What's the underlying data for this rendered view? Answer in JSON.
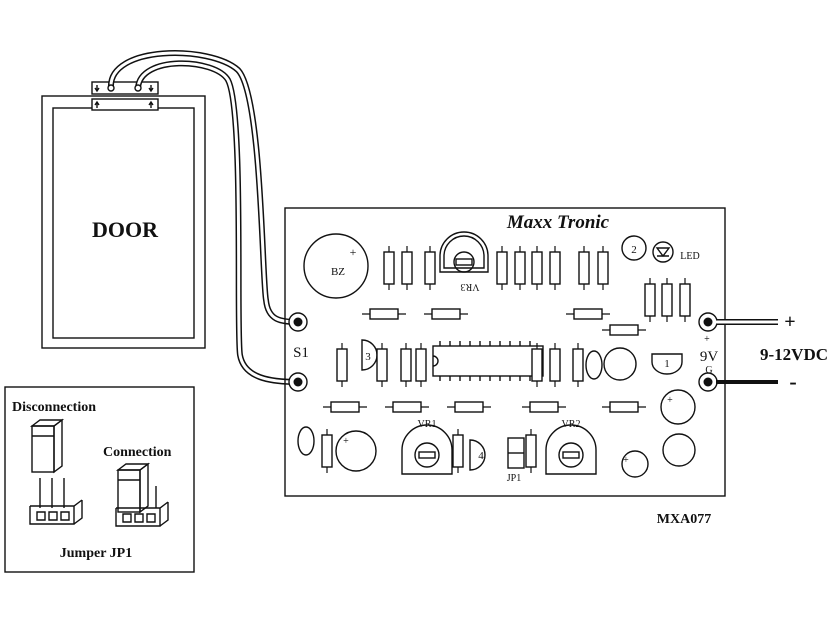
{
  "door": {
    "label": "DOOR"
  },
  "switch": {
    "label": "S1"
  },
  "board": {
    "brand": "Maxx Tronic",
    "model": "MXA077",
    "buzzer": "BZ",
    "buzzer_plus": "+",
    "led": "LED",
    "vr1": "VR1",
    "vr2": "VR2",
    "vr3": "VR3",
    "jp1": "JP1",
    "ic1": "1",
    "ic2": "2",
    "ic3": "3",
    "ic4": "4",
    "cap_plus": "+",
    "power_plus_mark": "+",
    "power_9v": "9V",
    "power_g": "G"
  },
  "power": {
    "plus": "+",
    "minus": "-",
    "voltage": "9-12VDC"
  },
  "jumper": {
    "disconnection": "Disconnection",
    "connection": "Connection",
    "caption": "Jumper JP1"
  }
}
